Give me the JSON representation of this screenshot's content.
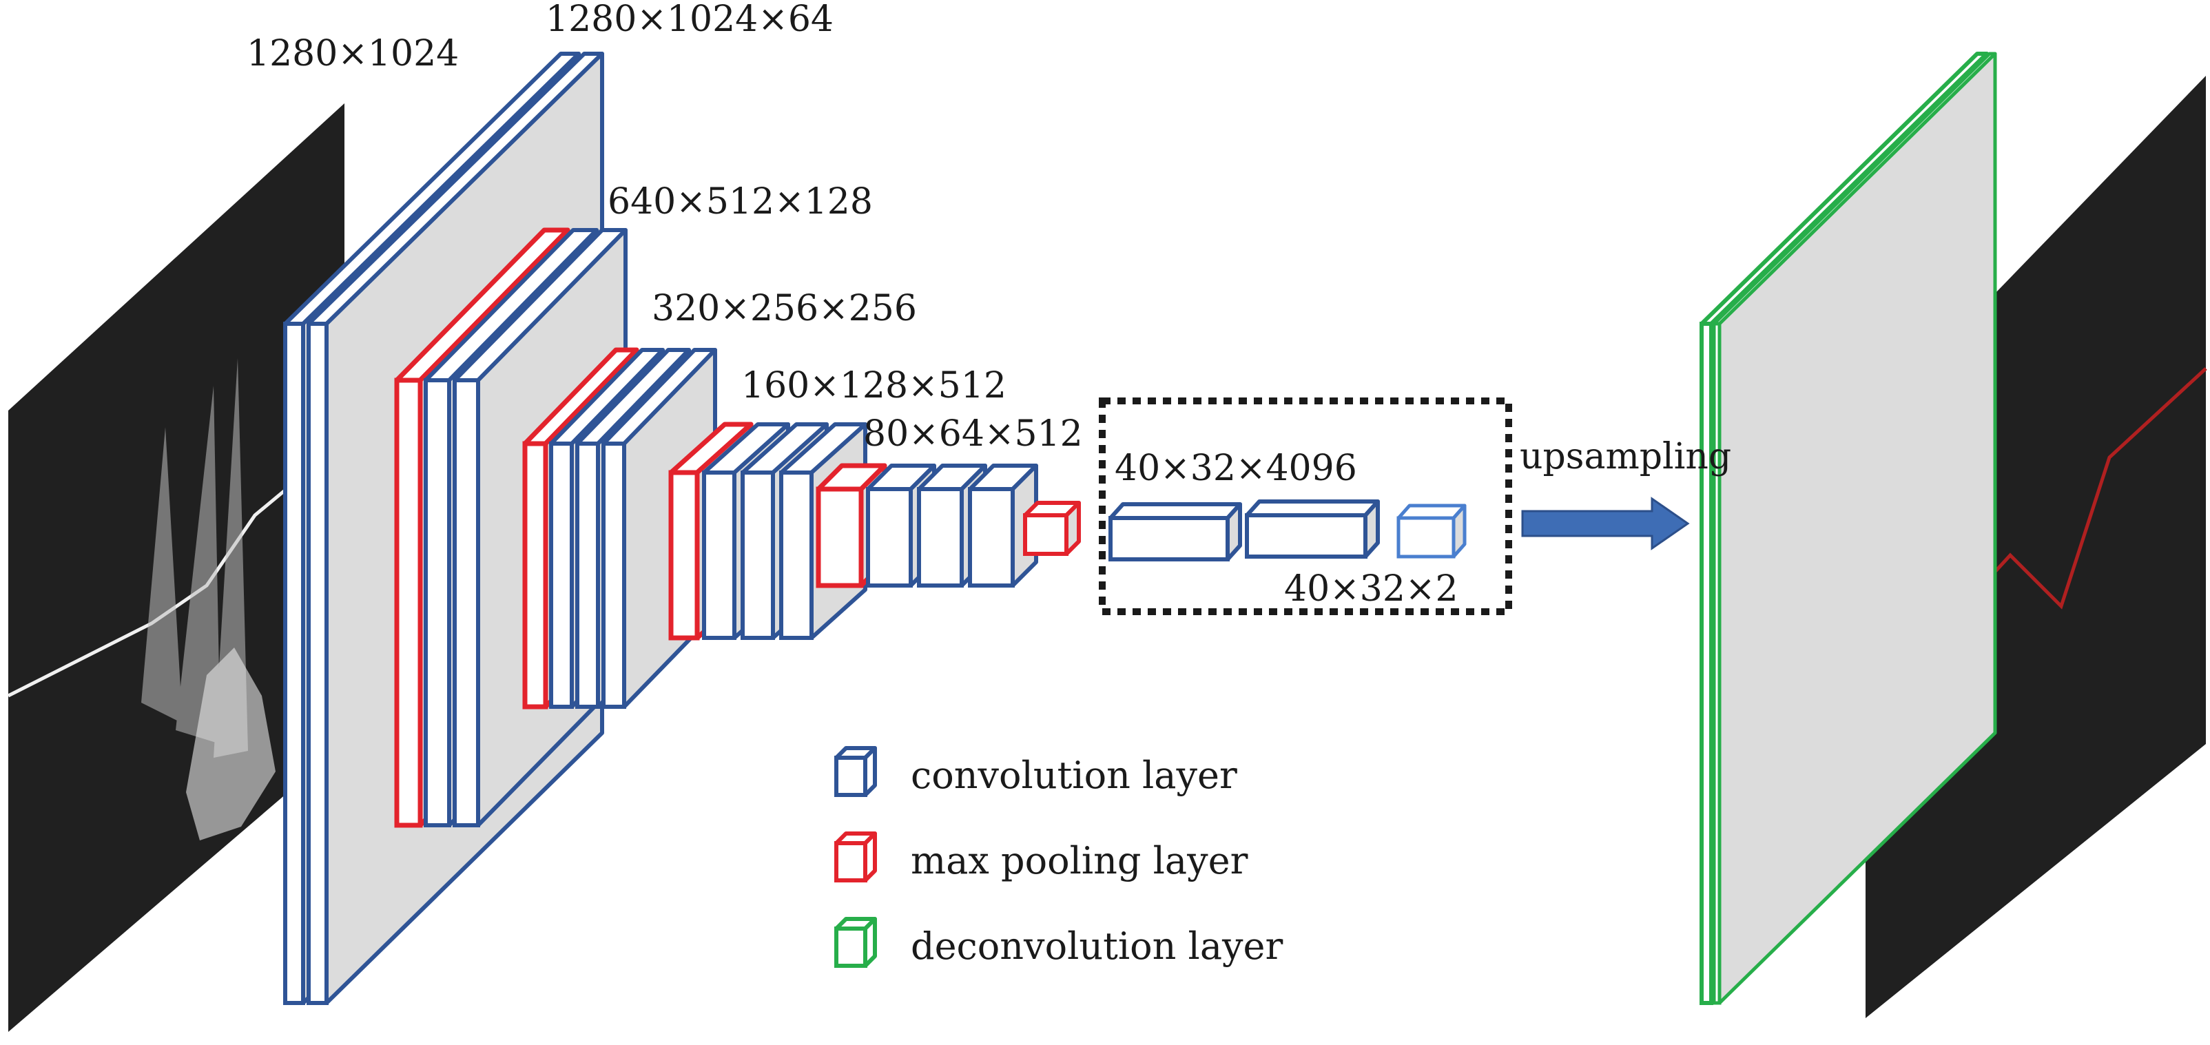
{
  "colors": {
    "conv": "#2f5496",
    "conv_light": "#4a7fcf",
    "pool": "#e3232c",
    "deconv": "#27ae4a",
    "face": "#dcdcdc",
    "panel": "#202020",
    "arrow": "#3e6db5",
    "box_border": "#1a1a1a",
    "output_line": "#b02020"
  },
  "labels": {
    "input_size": "1280×1024",
    "block1": "1280×1024×64",
    "block2": "640×512×128",
    "block3": "320×256×256",
    "block4": "160×128×512",
    "block5": "80×64×512",
    "fc_a": "40×32×4096",
    "fc_b": "40×32×2",
    "upsampling": "upsampling"
  },
  "legend": [
    {
      "label": "convolution layer",
      "color_key": "conv",
      "icon": "convolution-layer-icon"
    },
    {
      "label": "max pooling layer",
      "color_key": "pool",
      "icon": "max-pooling-layer-icon"
    },
    {
      "label": "deconvolution layer",
      "color_key": "deconv",
      "icon": "deconvolution-layer-icon"
    }
  ]
}
